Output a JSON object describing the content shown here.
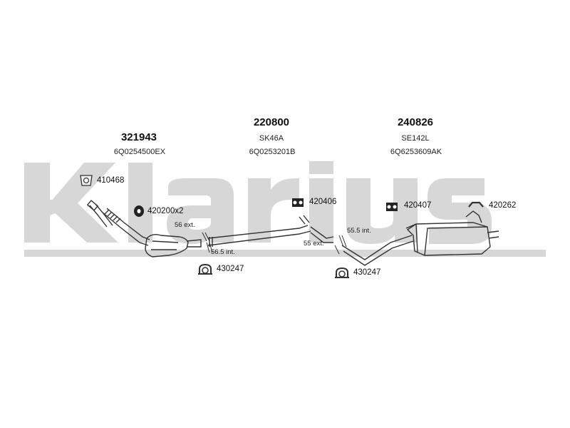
{
  "brand": {
    "watermark_text": "Klarius"
  },
  "sections": [
    {
      "part_number": "321943",
      "oe_code": "6Q0254500EX"
    },
    {
      "part_number": "220800",
      "type_code": "SK46A",
      "oe_code": "6Q0253201B"
    },
    {
      "part_number": "240826",
      "type_code": "SE142L",
      "oe_code": "6Q6253609AK"
    }
  ],
  "fittings": [
    {
      "label": "410468",
      "icon": "gasket-icon"
    },
    {
      "label": "420200x2",
      "icon": "rubber-mount-icon"
    },
    {
      "label": "420406",
      "icon": "rubber-hanger-icon"
    },
    {
      "label": "420407",
      "icon": "rubber-hanger-icon"
    },
    {
      "label": "420262",
      "icon": "rubber-strap-icon"
    },
    {
      "label": "430247",
      "icon": "clamp-icon"
    },
    {
      "label": "430247",
      "icon": "clamp-icon"
    }
  ],
  "dimensions": [
    {
      "label": "56 ext."
    },
    {
      "label": "56.5 int."
    },
    {
      "label": "55.5 int."
    },
    {
      "label": "55 ext."
    }
  ],
  "colors": {
    "watermark": "#d6d6d6",
    "line": "#333333",
    "text": "#111111"
  }
}
